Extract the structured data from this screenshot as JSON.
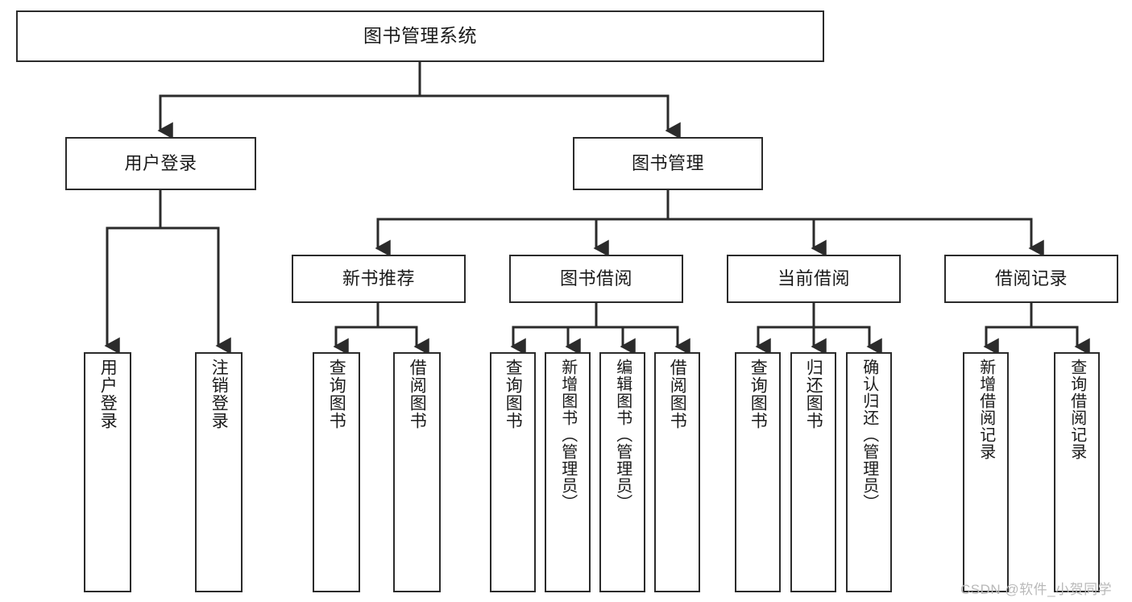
{
  "diagram": {
    "title": "图书管理系统",
    "type": "hierarchy-tree",
    "watermark": "CSDN @软件_小贺同学",
    "colors": {
      "box_border": "#2b2b2b",
      "box_fill": "#ffffff",
      "edge": "#2b2b2b",
      "text": "#1a1a1a",
      "watermark": "#b9b9b9"
    },
    "nodes": {
      "root": {
        "label": "图书管理系统",
        "level": 1,
        "orientation": "horizontal"
      },
      "user_login": {
        "label": "用户登录",
        "level": 2,
        "orientation": "horizontal"
      },
      "book_manage": {
        "label": "图书管理",
        "level": 2,
        "orientation": "horizontal"
      },
      "new_book_rec": {
        "label": "新书推荐",
        "level": 3,
        "orientation": "horizontal"
      },
      "book_borrow": {
        "label": "图书借阅",
        "level": 3,
        "orientation": "horizontal"
      },
      "current_borrow": {
        "label": "当前借阅",
        "level": 3,
        "orientation": "horizontal"
      },
      "borrow_record": {
        "label": "借阅记录",
        "level": 3,
        "orientation": "horizontal"
      },
      "leaf_user_login": {
        "label": "用户登录",
        "level": 3,
        "orientation": "vertical"
      },
      "leaf_logout": {
        "label": "注销登录",
        "level": 3,
        "orientation": "vertical"
      },
      "leaf_query_book_1": {
        "label": "查询图书",
        "level": 4,
        "orientation": "vertical"
      },
      "leaf_borrow_book_1": {
        "label": "借阅图书",
        "level": 4,
        "orientation": "vertical"
      },
      "leaf_query_book_2": {
        "label": "查询图书",
        "level": 4,
        "orientation": "vertical"
      },
      "leaf_add_book": {
        "label": "新增图书（管理员）",
        "level": 4,
        "orientation": "vertical"
      },
      "leaf_edit_book": {
        "label": "编辑图书（管理员）",
        "level": 4,
        "orientation": "vertical"
      },
      "leaf_borrow_book_2": {
        "label": "借阅图书",
        "level": 4,
        "orientation": "vertical"
      },
      "leaf_query_book_3": {
        "label": "查询图书",
        "level": 4,
        "orientation": "vertical"
      },
      "leaf_return_book": {
        "label": "归还图书",
        "level": 4,
        "orientation": "vertical"
      },
      "leaf_confirm_return": {
        "label": "确认归还（管理员）",
        "level": 4,
        "orientation": "vertical"
      },
      "leaf_add_record": {
        "label": "新增借阅记录",
        "level": 4,
        "orientation": "vertical"
      },
      "leaf_query_record": {
        "label": "查询借阅记录",
        "level": 4,
        "orientation": "vertical"
      }
    },
    "edges": [
      {
        "from": "root",
        "to": "user_login"
      },
      {
        "from": "root",
        "to": "book_manage"
      },
      {
        "from": "user_login",
        "to": "leaf_user_login"
      },
      {
        "from": "user_login",
        "to": "leaf_logout"
      },
      {
        "from": "book_manage",
        "to": "new_book_rec"
      },
      {
        "from": "book_manage",
        "to": "book_borrow"
      },
      {
        "from": "book_manage",
        "to": "current_borrow"
      },
      {
        "from": "book_manage",
        "to": "borrow_record"
      },
      {
        "from": "new_book_rec",
        "to": "leaf_query_book_1"
      },
      {
        "from": "new_book_rec",
        "to": "leaf_borrow_book_1"
      },
      {
        "from": "book_borrow",
        "to": "leaf_query_book_2"
      },
      {
        "from": "book_borrow",
        "to": "leaf_add_book"
      },
      {
        "from": "book_borrow",
        "to": "leaf_edit_book"
      },
      {
        "from": "book_borrow",
        "to": "leaf_borrow_book_2"
      },
      {
        "from": "current_borrow",
        "to": "leaf_query_book_3"
      },
      {
        "from": "current_borrow",
        "to": "leaf_return_book"
      },
      {
        "from": "current_borrow",
        "to": "leaf_confirm_return"
      },
      {
        "from": "borrow_record",
        "to": "leaf_add_record"
      },
      {
        "from": "borrow_record",
        "to": "leaf_query_record"
      }
    ]
  }
}
